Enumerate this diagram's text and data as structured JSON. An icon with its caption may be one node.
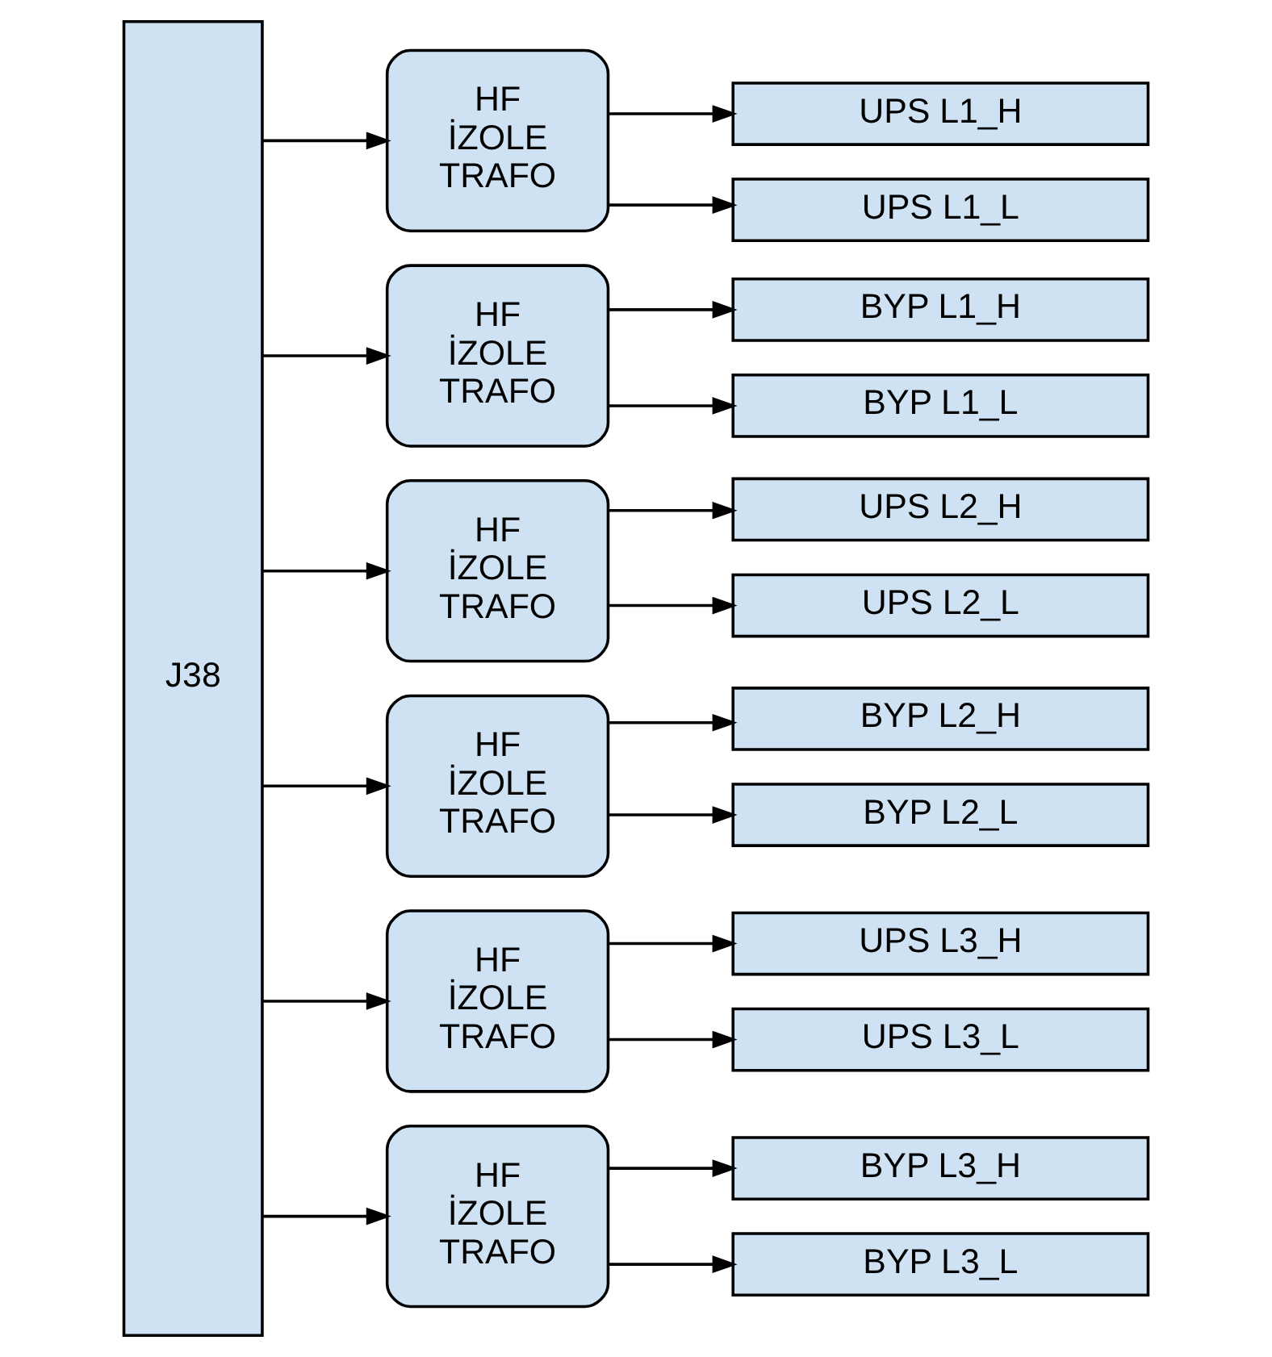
{
  "diagram": {
    "nodes": [
      {
        "text": [
          "J38"
        ]
      },
      {
        "text": [
          "HF İZOLE TRAFO"
        ]
      },
      {
        "text": [
          "UPS L1_H"
        ]
      },
      {
        "text": [
          "UPS L1_L"
        ]
      },
      {
        "text": [
          "HF İZOLE TRAFO"
        ]
      },
      {
        "text": [
          "BYP L1_H"
        ]
      },
      {
        "text": [
          "BYP L1_L"
        ]
      },
      {
        "text": [
          "HF İZOLE TRAFO"
        ]
      },
      {
        "text": [
          "UPS L2_H"
        ]
      },
      {
        "text": [
          "UPS L2_L"
        ]
      },
      {
        "text": [
          "HF İZOLE TRAFO"
        ]
      },
      {
        "text": [
          "BYP L2_H"
        ]
      },
      {
        "text": [
          "BYP L2_L"
        ]
      },
      {
        "text": [
          "HF İZOLE TRAFO"
        ]
      },
      {
        "text": [
          "UPS L3_H"
        ]
      },
      {
        "text": [
          "UPS L3_L"
        ]
      },
      {
        "text": [
          "HF İZOLE TRAFO"
        ]
      },
      {
        "text": [
          "BYP L3_H"
        ]
      },
      {
        "text": [
          "BYP L3_L"
        ]
      }
    ],
    "edges": [
      {
        "from": 0,
        "to": 1,
        "arrow": "to"
      },
      {
        "from": 1,
        "to": 2,
        "arrow": "to"
      },
      {
        "from": 1,
        "to": 3,
        "arrow": "to"
      },
      {
        "from": 0,
        "to": 4,
        "arrow": "to"
      },
      {
        "from": 4,
        "to": 5,
        "arrow": "to"
      },
      {
        "from": 4,
        "to": 6,
        "arrow": "to"
      },
      {
        "from": 0,
        "to": 7,
        "arrow": "to"
      },
      {
        "from": 7,
        "to": 8,
        "arrow": "to"
      },
      {
        "from": 7,
        "to": 9,
        "arrow": "to"
      },
      {
        "from": 0,
        "to": 10,
        "arrow": "to"
      },
      {
        "from": 10,
        "to": 11,
        "arrow": "to"
      },
      {
        "from": 10,
        "to": 12,
        "arrow": "to"
      },
      {
        "from": 0,
        "to": 13,
        "arrow": "to"
      },
      {
        "from": 13,
        "to": 14,
        "arrow": "to"
      },
      {
        "from": 13,
        "to": 15,
        "arrow": "to"
      },
      {
        "from": 0,
        "to": 16,
        "arrow": "to"
      },
      {
        "from": 16,
        "to": 17,
        "arrow": "to"
      },
      {
        "from": 16,
        "to": 18,
        "arrow": "to"
      }
    ]
  }
}
